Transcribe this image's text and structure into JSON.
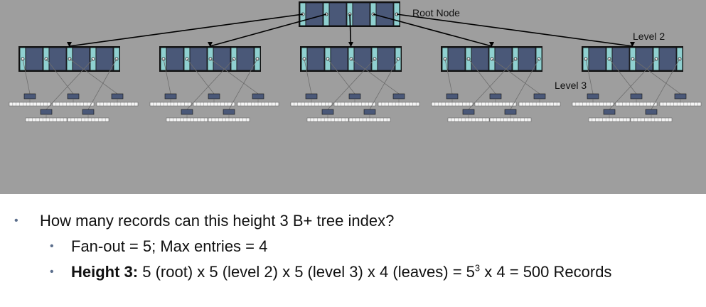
{
  "diagram": {
    "labels": {
      "root": "Root Node",
      "level2": "Level 2",
      "level3": "Level 3"
    },
    "colors": {
      "background": "#9e9e9e",
      "key_cell": "#4a5878",
      "pointer_cell": "#8fd0d0",
      "border": "#111111",
      "leaf_line": "#6e6e6e"
    }
  },
  "bullets": {
    "q": "How many records can this height 3 B+ tree index?",
    "fanout": "Fan-out = 5; Max entries = 4",
    "height_label": "Height 3:",
    "height_expr_pre": "5 (root) x 5 (level 2) x 5 (level 3) x 4 (leaves) = 5",
    "height_exp": "3",
    "height_expr_post": " x 4 = 500 Records"
  }
}
